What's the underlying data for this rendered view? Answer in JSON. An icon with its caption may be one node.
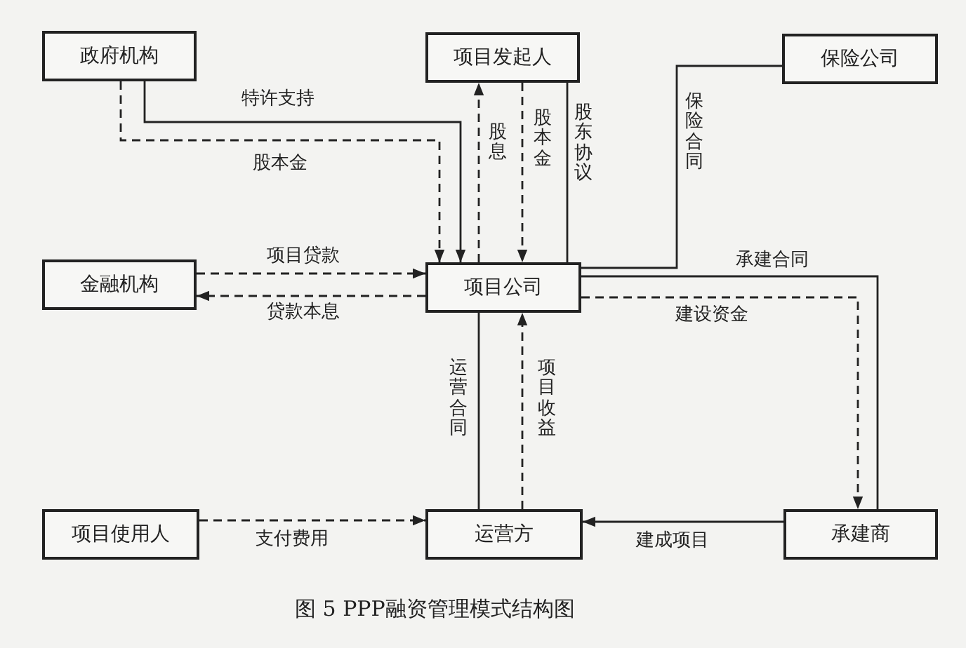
{
  "diagram": {
    "caption": "图 5 PPP融资管理模式结构图",
    "nodes": [
      {
        "text": [
          "政府机构"
        ]
      },
      {
        "text": [
          "项目发起人"
        ]
      },
      {
        "text": [
          "保险公司"
        ]
      },
      {
        "text": [
          "金融机构"
        ]
      },
      {
        "text": [
          "项目公司"
        ]
      },
      {
        "text": [
          "项目使用人"
        ]
      },
      {
        "text": [
          "运营方"
        ]
      },
      {
        "text": [
          "承建商"
        ]
      }
    ],
    "edges": [
      {
        "from": 0,
        "to": 4,
        "arrow": "to",
        "label": "特许支持"
      },
      {
        "from": 0,
        "to": 4,
        "arrow": "to",
        "label": "股本金",
        "style": "dashed"
      },
      {
        "from": 4,
        "to": 1,
        "arrow": "to",
        "label": "股息",
        "style": "dashed"
      },
      {
        "from": 1,
        "to": 4,
        "arrow": "to",
        "label": "股本金",
        "style": "dashed"
      },
      {
        "from": 1,
        "to": 4,
        "arrow": "none",
        "label": "股东协议"
      },
      {
        "from": 2,
        "to": 4,
        "arrow": "none",
        "label": "保险合同"
      },
      {
        "from": 3,
        "to": 4,
        "arrow": "to",
        "label": "项目贷款",
        "style": "dashed"
      },
      {
        "from": 4,
        "to": 3,
        "arrow": "to",
        "label": "贷款本息",
        "style": "dashed"
      },
      {
        "from": 4,
        "to": 7,
        "arrow": "none",
        "label": "承建合同"
      },
      {
        "from": 4,
        "to": 7,
        "arrow": "to",
        "label": "建设资金",
        "style": "dashed"
      },
      {
        "from": 4,
        "to": 6,
        "arrow": "none",
        "label": "运营合同"
      },
      {
        "from": 6,
        "to": 4,
        "arrow": "to",
        "label": "项目收益",
        "style": "dashed"
      },
      {
        "from": 5,
        "to": 6,
        "arrow": "to",
        "label": "支付费用",
        "style": "dashed"
      },
      {
        "from": 7,
        "to": 6,
        "arrow": "to",
        "label": "建成项目"
      }
    ]
  }
}
